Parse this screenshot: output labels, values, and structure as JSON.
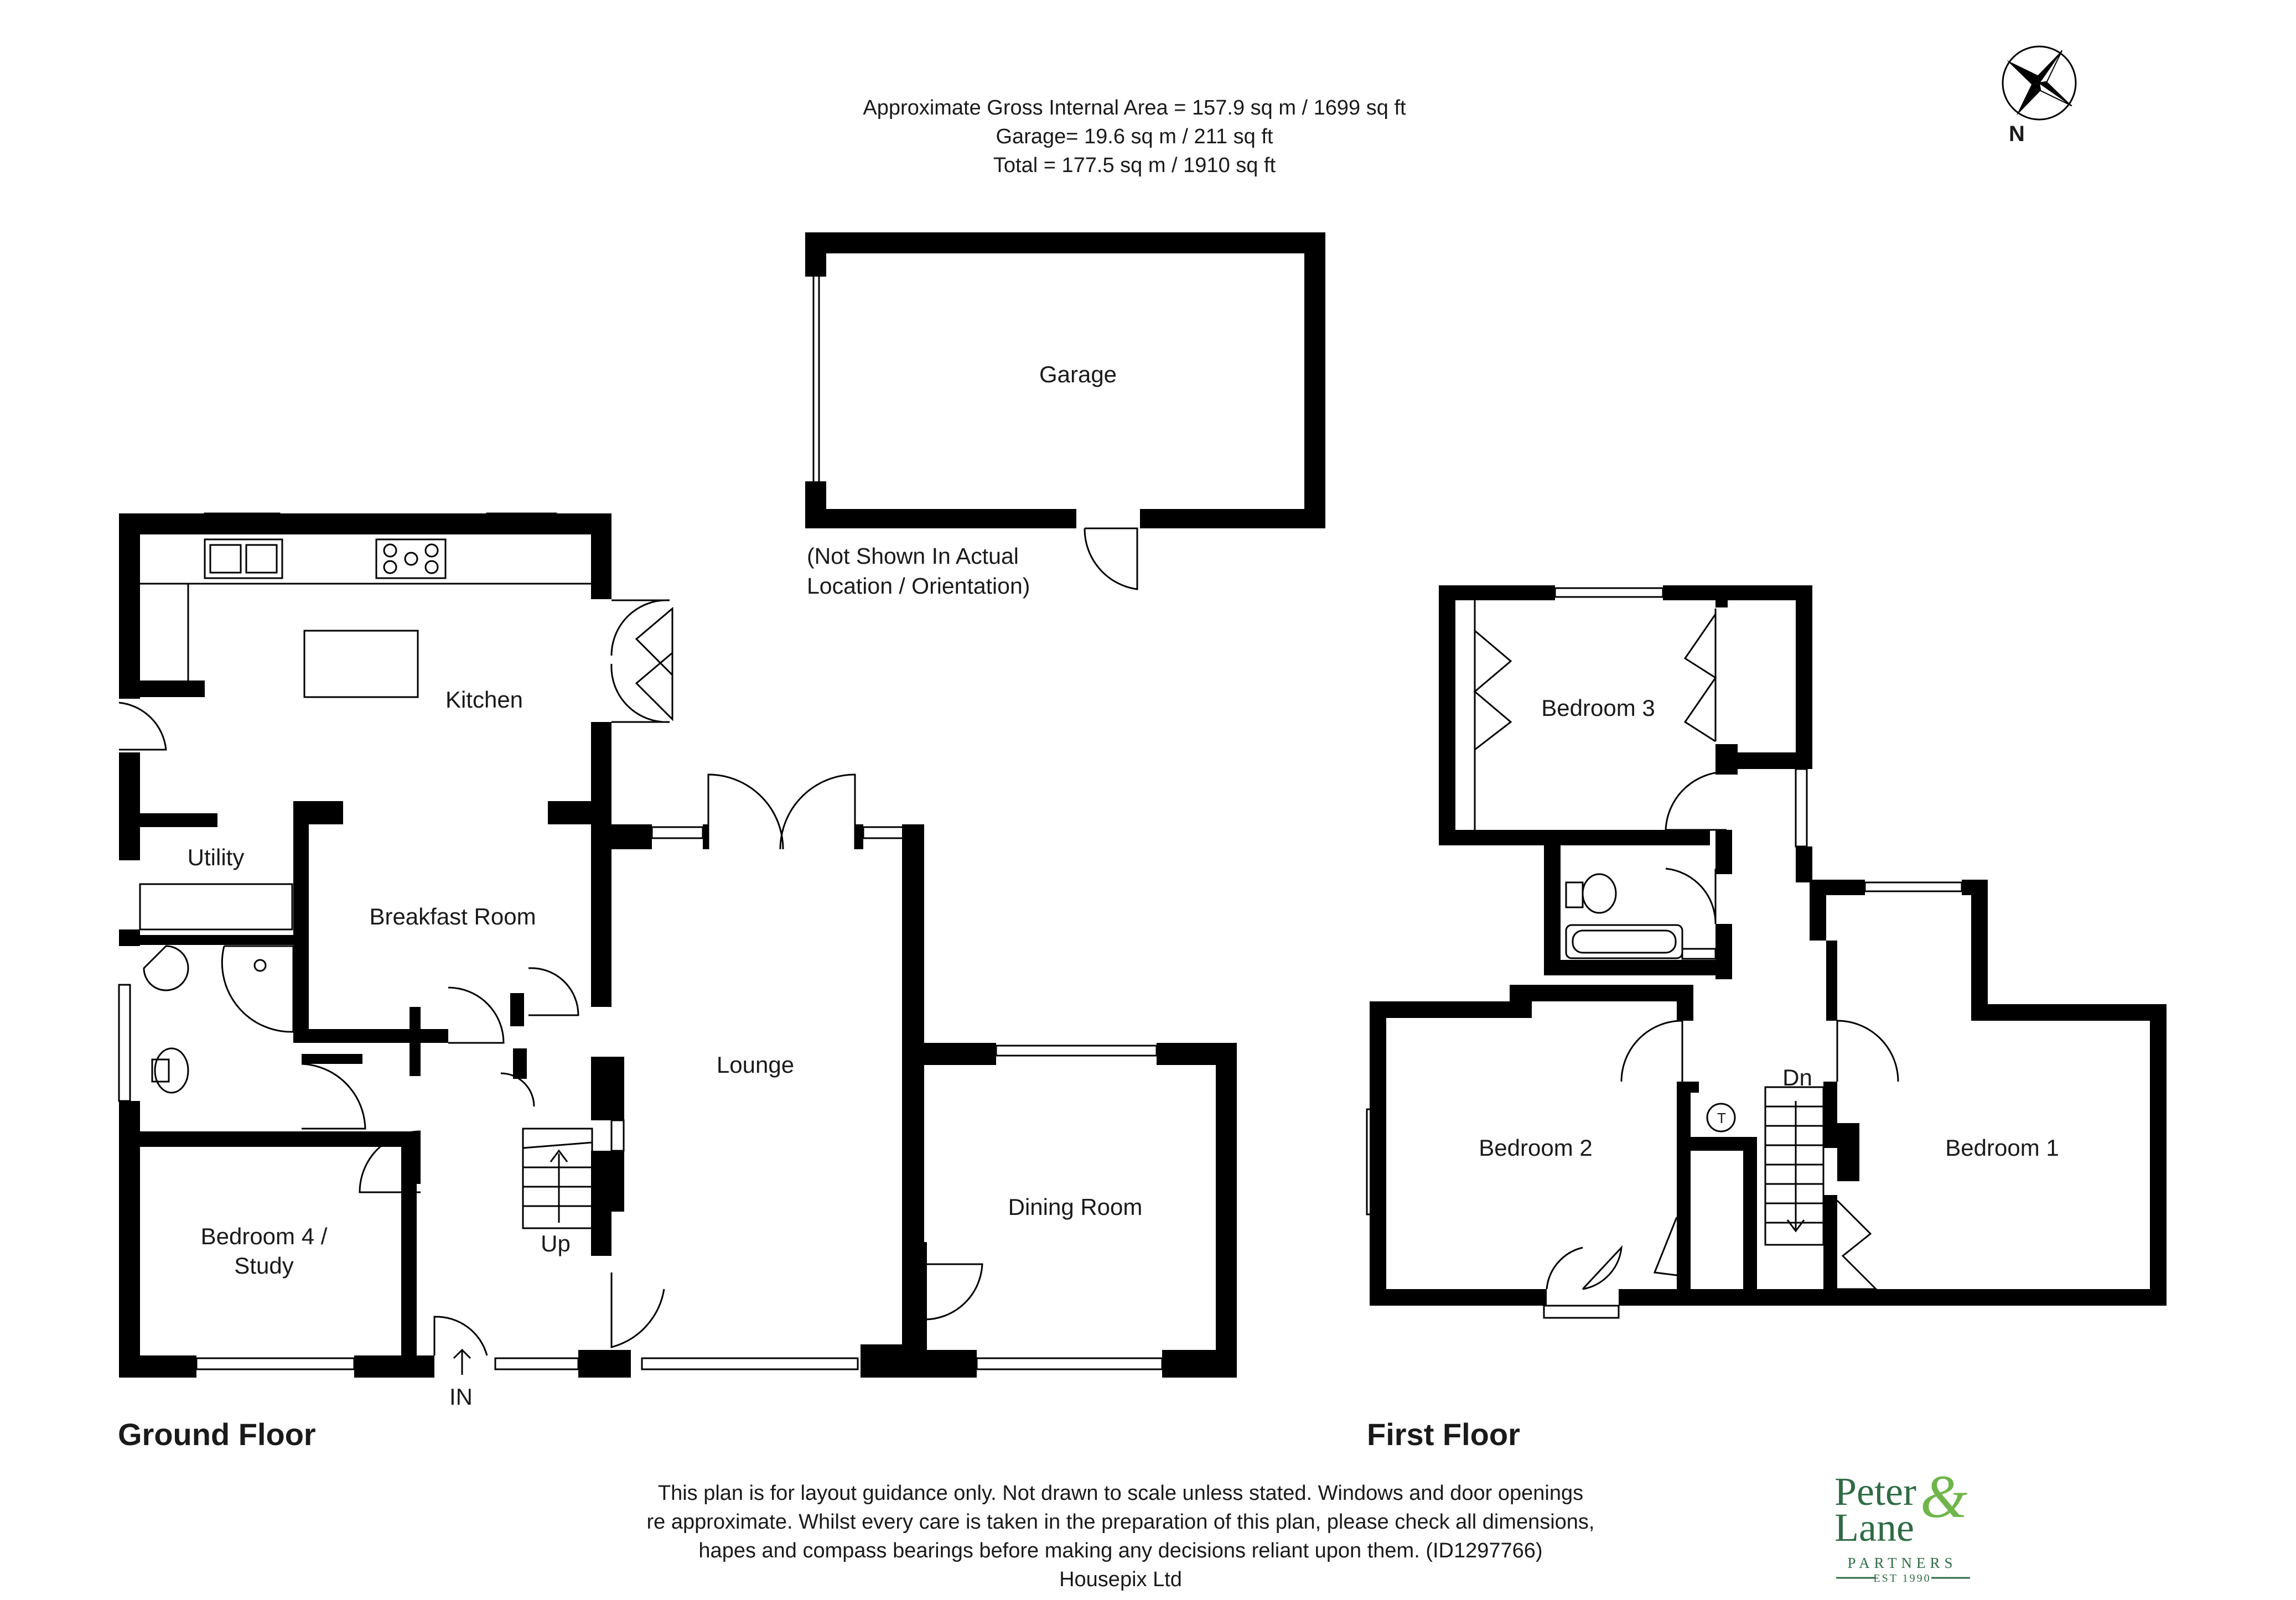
{
  "header": {
    "area_line": "Approximate Gross Internal Area = 157.9 sq m / 1699 sq ft",
    "garage_line": "Garage= 19.6 sq m / 211 sq ft",
    "total_line": "Total = 177.5 sq m / 1910 sq ft"
  },
  "compass": {
    "label": "N",
    "icon": "compass-rose-icon"
  },
  "garage": {
    "label": "Garage",
    "note_line1": "(Not Shown In Actual",
    "note_line2": "Location / Orientation)"
  },
  "ground_floor": {
    "title": "Ground Floor",
    "rooms": {
      "kitchen": "Kitchen",
      "utility": "Utility",
      "breakfast": "Breakfast Room",
      "lounge": "Lounge",
      "dining": "Dining Room",
      "bedroom4_line1": "Bedroom 4 /",
      "bedroom4_line2": "Study"
    },
    "labels": {
      "up": "Up",
      "entrance": "IN"
    }
  },
  "first_floor": {
    "title": "First Floor",
    "rooms": {
      "bedroom1": "Bedroom 1",
      "bedroom2": "Bedroom 2",
      "bedroom3": "Bedroom 3"
    },
    "labels": {
      "down": "Dn",
      "tank": "T"
    }
  },
  "disclaimer": {
    "line1": "This plan is for layout guidance only. Not drawn to scale unless stated. Windows and door openings",
    "line2": "re approximate. Whilst every care is taken in the preparation of this plan, please check all dimensions,",
    "line3": "hapes and compass bearings before making any decisions reliant upon them. (ID1297766)",
    "line4": "Housepix Ltd"
  },
  "logo": {
    "word1": "Peter",
    "amp": "&",
    "word2": "Lane",
    "partners": "PARTNERS",
    "est": "EST 1990"
  },
  "colors": {
    "wall": "#000000",
    "logo_green": "#2f6b45",
    "logo_amp": "#6fb54a"
  }
}
